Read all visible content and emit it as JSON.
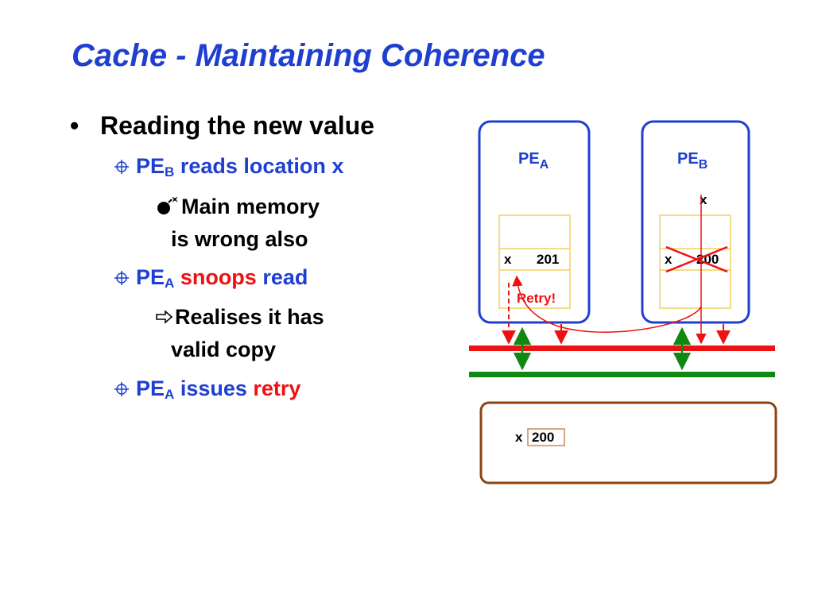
{
  "title": "Cache - Maintaining Coherence",
  "bullets": {
    "main": "Reading the new value",
    "b1": {
      "pe": "PE",
      "sub": "B",
      "rest": " reads location x"
    },
    "b1_note_line1": "Main memory",
    "b1_note_line2": "is wrong also",
    "b2": {
      "pe": "PE",
      "sub": "A",
      "snoops": " snoops",
      "read": " read"
    },
    "b2_note_line1": "Realises it has",
    "b2_note_line2": "valid copy",
    "b3": {
      "pe": "PE",
      "sub": "A",
      "issues": " issues ",
      "retry": "retry"
    }
  },
  "diagram": {
    "pe_a": {
      "label": "PE",
      "sub": "A"
    },
    "pe_b": {
      "label": "PE",
      "sub": "B"
    },
    "pe_a_cache": {
      "var": "x",
      "value": "201"
    },
    "pe_b_cache": {
      "var": "x",
      "value": "200"
    },
    "pe_b_request": "x",
    "retry_label": "Retry!",
    "memory": {
      "var": "x",
      "value": "200"
    }
  },
  "colors": {
    "title": "#1f3fd1",
    "pe_border": "#1f3fd1",
    "bus_red": "#ee1111",
    "bus_green": "#118811",
    "memory_border": "#8b4513",
    "cache_border": "#f0d060"
  },
  "icons": {
    "sub_bullet": "circle-crosshair-icon",
    "note_bullet_1": "bomb-icon",
    "note_bullet_2": "arrow-right-outline-icon"
  }
}
